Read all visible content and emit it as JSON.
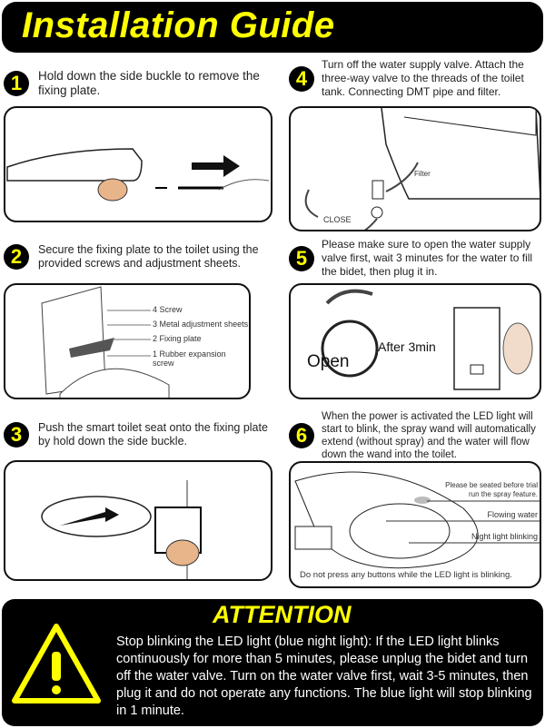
{
  "title": "Installation Guide",
  "steps": [
    {
      "num": "1",
      "text": "Hold down the side buckle to remove the fixing plate."
    },
    {
      "num": "2",
      "text": "Secure the fixing plate to the toilet using the provided screws and adjustment sheets.",
      "labels": [
        "Screw",
        "Metal adjustment sheets",
        "Fixing plate",
        "Rubber expansion screw"
      ],
      "label_nums": [
        "4",
        "3",
        "2",
        "1"
      ]
    },
    {
      "num": "3",
      "text": "Push the smart toilet seat onto the fixing plate by hold down the side buckle."
    },
    {
      "num": "4",
      "text": "Turn off the water supply valve.  Attach the three-way valve to the threads of the toilet tank. Connecting DMT pipe and filter.",
      "labels": [
        "Filter",
        "CLOSE"
      ]
    },
    {
      "num": "5",
      "text": "Please make sure to open the water supply valve first, wait 3 minutes for the water to fill the bidet, then plug it in.",
      "labels": [
        "Open",
        "After 3min"
      ]
    },
    {
      "num": "6",
      "text": "When the power is activated the LED light will start to blink, the spray wand will automatically extend (without spray) and the water will flow down the wand into the toilet.",
      "labels": [
        "Please be seated before trial run the spray feature.",
        "Flowing water",
        "Night light blinking"
      ],
      "note": "Do not press any buttons while the LED light is blinking."
    }
  ],
  "attention": {
    "title": "ATTENTION",
    "text": "Stop blinking the LED light (blue night light): If the LED light blinks continuously for more than 5 minutes, please unplug the bidet and turn off the water valve. Turn on the water valve first, wait 3-5 minutes, then plug it and do not operate any functions. The blue light will stop blinking in 1 minute."
  },
  "colors": {
    "accent": "#ffff00",
    "background": "#000000"
  }
}
